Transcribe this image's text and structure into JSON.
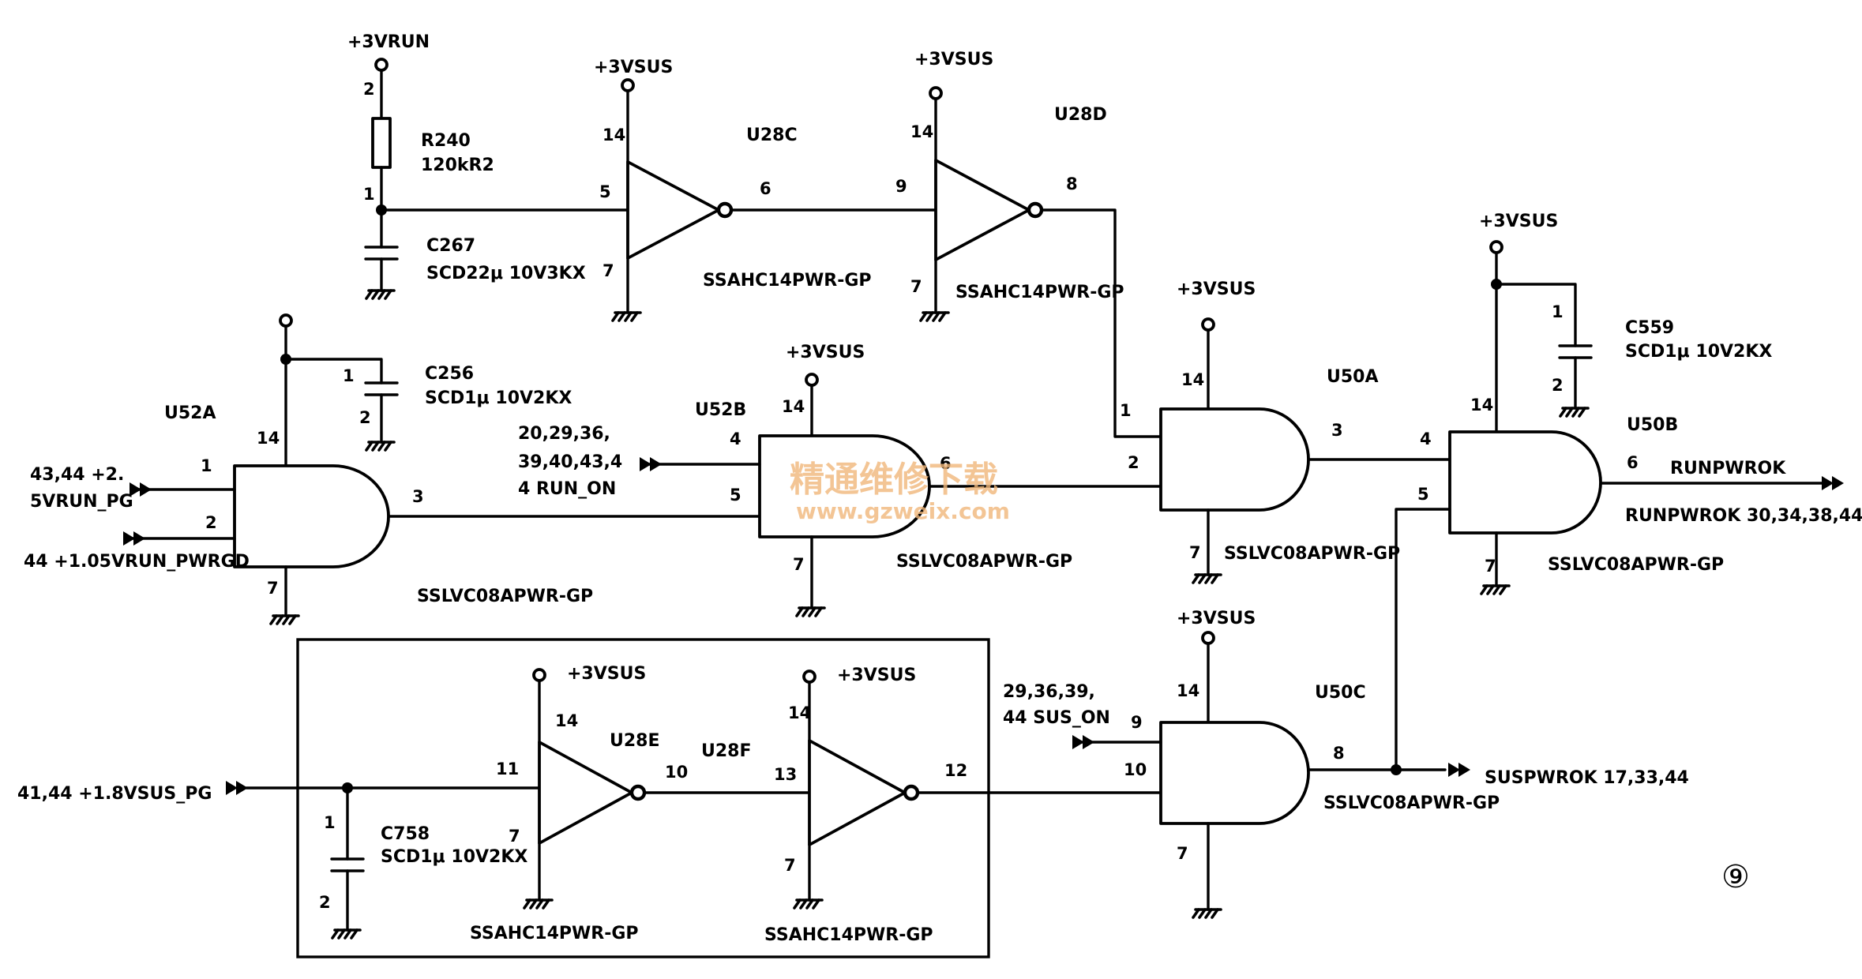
{
  "rails": {
    "v3run": "+3VRUN",
    "v3sus_a": "+3VSUS",
    "v3sus_b": "+3VSUS",
    "v3sus_c": "+3VSUS",
    "v3sus_d": "+3VSUS",
    "v3sus_e": "+3VSUS",
    "v3sus_f": "+3VSUS",
    "v3sus_g": "+3VSUS"
  },
  "components": {
    "r240": {
      "ref": "R240",
      "value": "120kR2",
      "pin_top": "2",
      "pin_bottom": "1"
    },
    "c267": {
      "ref": "C267",
      "value": "SCD22μ 10V3KX"
    },
    "c256": {
      "ref": "C256",
      "value": "SCD1μ 10V2KX",
      "pin_top": "1",
      "pin_bottom": "2"
    },
    "c559": {
      "ref": "C559",
      "value": "SCD1μ 10V2KX",
      "pin_top": "1",
      "pin_bottom": "2"
    },
    "c758": {
      "ref": "C758",
      "value": "SCD1μ 10V2KX",
      "pin_top": "1",
      "pin_bottom": "2"
    },
    "u28c": {
      "ref": "U28C",
      "part": "SSAHC14PWR-GP",
      "pin_in": "5",
      "pin_out": "6",
      "pin_vcc": "14",
      "pin_gnd": "7"
    },
    "u28d": {
      "ref": "U28D",
      "part": "SSAHC14PWR-GP",
      "pin_in": "9",
      "pin_out": "8",
      "pin_vcc": "14",
      "pin_gnd": "7"
    },
    "u28e": {
      "ref": "U28E",
      "part": "SSAHC14PWR-GP",
      "pin_in": "11",
      "pin_out": "10",
      "pin_vcc": "14",
      "pin_gnd": "7"
    },
    "u28f": {
      "ref": "U28F",
      "part": "SSAHC14PWR-GP",
      "pin_in": "13",
      "pin_out": "12",
      "pin_vcc": "14",
      "pin_gnd": "7"
    },
    "u52a": {
      "ref": "U52A",
      "part": "SSLVC08APWR-GP",
      "pin_a": "1",
      "pin_b": "2",
      "pin_out": "3",
      "pin_vcc": "14",
      "pin_gnd": "7"
    },
    "u52b": {
      "ref": "U52B",
      "part": "SSLVC08APWR-GP",
      "pin_a": "4",
      "pin_b": "5",
      "pin_out": "6",
      "pin_vcc": "14",
      "pin_gnd": "7"
    },
    "u50a": {
      "ref": "U50A",
      "part": "SSLVC08APWR-GP",
      "pin_a": "1",
      "pin_b": "2",
      "pin_out": "3",
      "pin_vcc": "14",
      "pin_gnd": "7"
    },
    "u50b": {
      "ref": "U50B",
      "part": "SSLVC08APWR-GP",
      "pin_a": "4",
      "pin_b": "5",
      "pin_out": "6",
      "pin_vcc": "14",
      "pin_gnd": "7"
    },
    "u50c": {
      "ref": "U50C",
      "part": "SSLVC08APWR-GP",
      "pin_a": "9",
      "pin_b": "10",
      "pin_out": "8",
      "pin_vcc": "14",
      "pin_gnd": "7"
    }
  },
  "signals": {
    "in_25vrun_l1": "43,44 +2.",
    "in_25vrun_l2": "5VRUN_PG",
    "in_105vrun": "44 +1.05VRUN_PWRGD",
    "run_on_l1": "20,29,36,",
    "run_on_l2": "39,40,43,4",
    "run_on_l3": "4 RUN_ON",
    "sus_on_l1": "29,36,39,",
    "sus_on_l2": "44 SUS_ON",
    "in_18vsus": "41,44 +1.8VSUS_PG",
    "runpwrok_net": "RUNPWROK",
    "runpwrok_refs": "RUNPWROK 30,34,38,44",
    "suspwrok": "SUSPWROK 17,33,44"
  },
  "watermark": {
    "cn": "精通维修下载",
    "url": "www.gzweix.com"
  },
  "figure_label": "⑨"
}
